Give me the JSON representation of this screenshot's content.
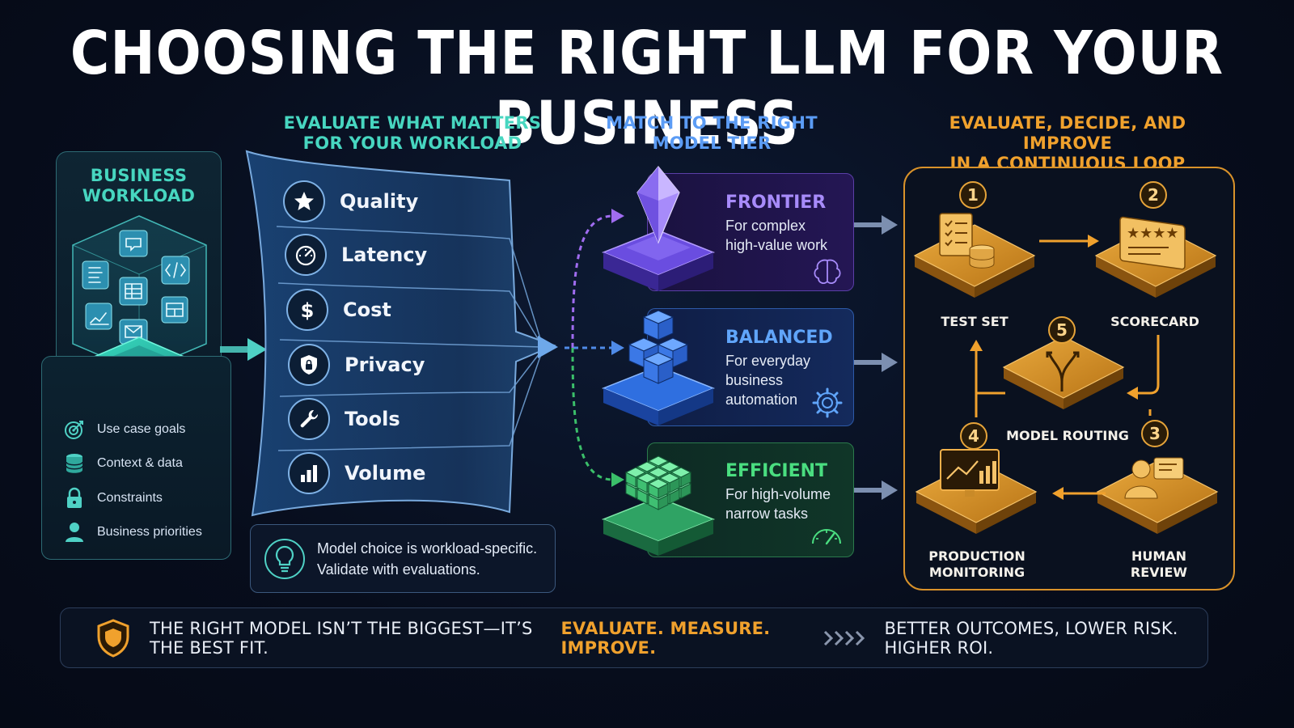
{
  "title": "CHOOSING THE RIGHT LLM FOR YOUR BUSINESS",
  "sections": {
    "workload": {
      "heading": [
        "BUSINESS",
        "WORKLOAD"
      ],
      "items": [
        {
          "label": "Use case goals",
          "icon": "target-icon"
        },
        {
          "label": "Context & data",
          "icon": "database-icon"
        },
        {
          "label": "Constraints",
          "icon": "lock-icon"
        },
        {
          "label": "Business priorities",
          "icon": "person-icon"
        }
      ]
    },
    "evaluate": {
      "heading": [
        "EVALUATE WHAT MATTERS",
        "FOR YOUR WORKLOAD"
      ],
      "criteria": [
        {
          "label": "Quality",
          "icon": "star-icon"
        },
        {
          "label": "Latency",
          "icon": "gauge-icon"
        },
        {
          "label": "Cost",
          "icon": "dollar-icon"
        },
        {
          "label": "Privacy",
          "icon": "shield-lock-icon"
        },
        {
          "label": "Tools",
          "icon": "wrench-icon"
        },
        {
          "label": "Volume",
          "icon": "bar-chart-icon"
        }
      ],
      "note": [
        "Model choice is workload-specific.",
        "Validate with evaluations."
      ]
    },
    "tiers": {
      "heading": [
        "MATCH TO THE RIGHT",
        "MODEL TIER"
      ],
      "items": [
        {
          "name": "FRONTIER",
          "desc": [
            "For complex",
            "high-value work"
          ],
          "color": "#a78bfa"
        },
        {
          "name": "BALANCED",
          "desc": [
            "For everyday",
            "business",
            "automation"
          ],
          "color": "#60a5fa"
        },
        {
          "name": "EFFICIENT",
          "desc": [
            "For high-volume",
            "narrow tasks"
          ],
          "color": "#4ade80"
        }
      ]
    },
    "loop": {
      "heading": [
        "EVALUATE, DECIDE, AND IMPROVE",
        "IN A CONTINUOUS LOOP"
      ],
      "steps": [
        {
          "num": "1",
          "label": [
            "TEST SET"
          ]
        },
        {
          "num": "2",
          "label": [
            "SCORECARD"
          ]
        },
        {
          "num": "3",
          "label": [
            "HUMAN REVIEW"
          ]
        },
        {
          "num": "4",
          "label": [
            "PRODUCTION",
            "MONITORING"
          ]
        },
        {
          "num": "5",
          "label": [
            "MODEL ROUTING"
          ]
        }
      ]
    }
  },
  "footer": {
    "part1": "THE RIGHT MODEL ISN’T THE BIGGEST—IT’S THE BEST FIT.",
    "part2": "EVALUATE. MEASURE. IMPROVE.",
    "part3": "BETTER OUTCOMES, LOWER RISK. HIGHER ROI."
  },
  "colors": {
    "teal": "#47d6c0",
    "blue": "#5b9cf5",
    "orange": "#f0a12d"
  }
}
